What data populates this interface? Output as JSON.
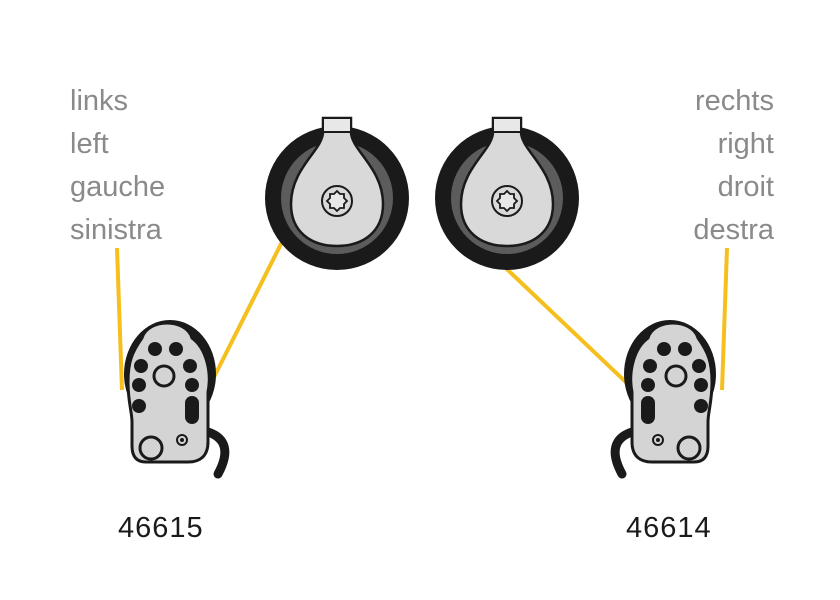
{
  "labels": {
    "left": [
      "links",
      "left",
      "gauche",
      "sinistra"
    ],
    "right": [
      "rechts",
      "right",
      "droit",
      "destra"
    ]
  },
  "products": {
    "left_code": "46615",
    "right_code": "46614"
  },
  "colors": {
    "rope": "#f5bf1e",
    "label_text": "#8a8a8a",
    "black": "#1a1a1a",
    "dark_grey": "#5c5c5c",
    "light_grey": "#d4d4d4"
  }
}
